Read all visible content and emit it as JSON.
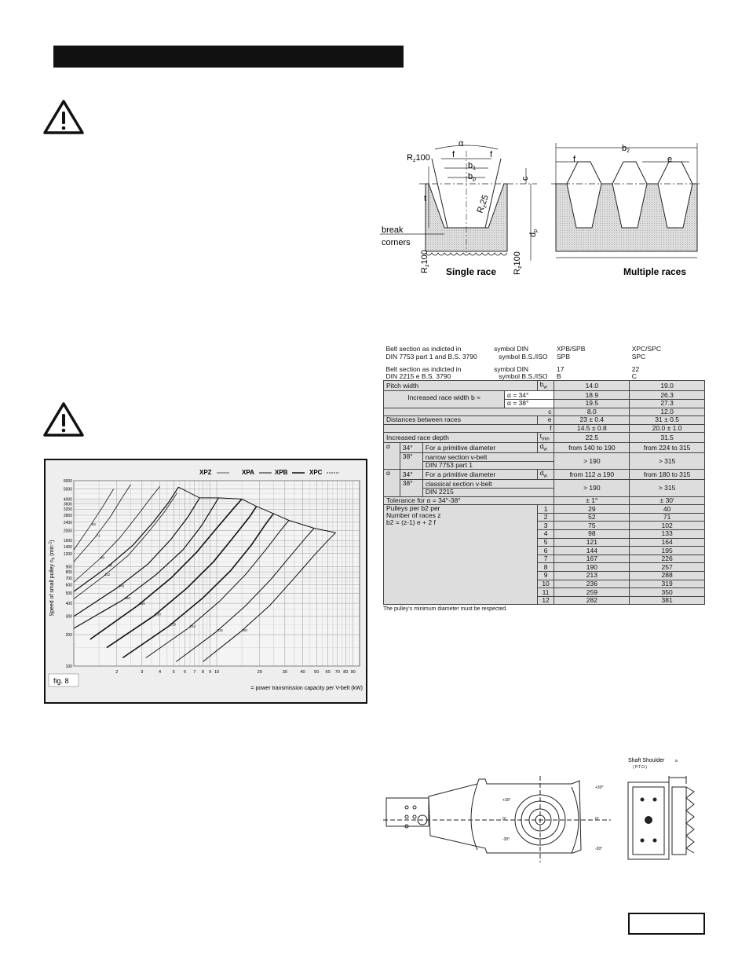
{
  "header": {
    "title_bar": ""
  },
  "warnings": [
    {
      "icon": "warning-triangle-icon"
    },
    {
      "icon": "warning-triangle-icon"
    }
  ],
  "diagram": {
    "labels": {
      "alpha": "α",
      "rz100": "R",
      "rz100_sub": "z",
      "rz100_val": "100",
      "f": "f",
      "b1": "b",
      "b1_sub": "1",
      "bp": "b",
      "bp_sub": "p",
      "rz25": "R",
      "rz25_sub": "z",
      "rz25_val": "25",
      "t": "t",
      "c": "c",
      "break": "break",
      "corners": "corners",
      "dp": "d",
      "dp_sub": "p",
      "b2": "b",
      "b2_sub": "2",
      "e": "e",
      "single": "Single race",
      "multiple": "Multiple races"
    }
  },
  "table": {
    "head": [
      [
        "Belt section as indicted in",
        "symbol DIN",
        "XPB/SPB",
        "XPC/SPC"
      ],
      [
        "DIN 7753 part 1 and B.S. 3790",
        "symbol B.S./ISO",
        "SPB",
        "SPC"
      ],
      [
        "Belt section as indicted in",
        "symbol DIN",
        "17",
        "22"
      ],
      [
        "DIN 2215 e B.S. 3790",
        "symbol B.S./ISO",
        "B",
        "C"
      ]
    ],
    "pitch_width": {
      "label": "Pitch width",
      "symbol": "b",
      "sub": "w",
      "v1": "14.0",
      "v2": "19.0"
    },
    "race_width": {
      "label": "Increased race width b",
      "sub": "1",
      "approx": " ≈",
      "rows": [
        {
          "alpha": "α = 34°",
          "v1": "18.9",
          "v2": "26.3"
        },
        {
          "alpha": "α = 38°",
          "v1": "19.5",
          "v2": "27.3"
        }
      ]
    },
    "c_row": {
      "symbol": "c",
      "v1": "8.0",
      "v2": "12.0"
    },
    "distances": {
      "label": "Distances between races",
      "e": "e",
      "e1": "23 ± 0.4",
      "e2": "31 ± 0.5",
      "f": "f",
      "f1": "14.5 ± 0.8",
      "f2": "20.0 ± 1.0"
    },
    "depth": {
      "label": "Increased race depth",
      "symbol": "t",
      "sub": "min",
      "v1": "22.5",
      "v2": "31.5"
    },
    "narrow": {
      "alpha": "α",
      "a34": "34°",
      "a38": "38°",
      "text1": "For a primitive diameter",
      "text2": "narrow section v-belt",
      "text3": "DIN 7753 part 1",
      "sym": "d",
      "sub": "w",
      "r1a": "from 140 to 190",
      "r1b": "from 224 to 315",
      "r2a": "> 190",
      "r2b": "> 315"
    },
    "classical": {
      "alpha": "α",
      "a34": "34°",
      "a38": "38°",
      "text1": "For a primitive diameter",
      "text2": "classical section v-belt",
      "text3": "DIN 2215",
      "sym": "d",
      "sub": "w",
      "r1a": "from 112 a 190",
      "r1b": "from 180 to 315",
      "r2a": "> 190",
      "r2b": "> 315"
    },
    "tolerance": {
      "label": "Tolerance for α = 34°-38°",
      "v1": "± 1°",
      "v2": "± 30'"
    },
    "pulleys": {
      "l1": "Pulleys per b2 per",
      "l2": "Number of races z",
      "l3": "b2 = (z-1) e + 2 f",
      "rows": [
        [
          "1",
          "29",
          "40"
        ],
        [
          "2",
          "52",
          "71"
        ],
        [
          "3",
          "75",
          "102"
        ],
        [
          "4",
          "98",
          "133"
        ],
        [
          "5",
          "121",
          "164"
        ],
        [
          "6",
          "144",
          "195"
        ],
        [
          "7",
          "167",
          "226"
        ],
        [
          "8",
          "190",
          "257"
        ],
        [
          "9",
          "213",
          "288"
        ],
        [
          "10",
          "236",
          "319"
        ],
        [
          "11",
          "259",
          "350"
        ],
        [
          "12",
          "282",
          "381"
        ]
      ]
    },
    "footnote": "The pulley's minimum diameter must be respected."
  },
  "chart_data": {
    "type": "line",
    "legend": [
      "XPZ",
      "XPA",
      "XPB",
      "XPC"
    ],
    "legend_position": "top-right",
    "ylabel": "Speed of small pulley n",
    "ylabel_sub": "k",
    "ylabel_unit": " (min",
    "ylabel_unit_sup": "-1",
    "ylabel_close": ")",
    "xlabel": "= power transmission capacity per V-belt (kW)",
    "x_scale": "log",
    "y_scale": "log",
    "xlim": [
      1,
      100
    ],
    "ylim": [
      100,
      6000
    ],
    "x_ticks": [
      "2",
      "3",
      "4",
      "5",
      "6",
      "7",
      "8",
      "9",
      "10",
      "20",
      "30",
      "40",
      "50",
      "60",
      "70",
      "80",
      "90"
    ],
    "x_tick_values": [
      2,
      3,
      4,
      5,
      6,
      7,
      8,
      9,
      10,
      20,
      30,
      40,
      50,
      60,
      70,
      80,
      90
    ],
    "y_ticks": [
      "100",
      "200",
      "300",
      "400",
      "500",
      "600",
      "700",
      "800",
      "900",
      "1200",
      "1400",
      "1600",
      "2000",
      "2400",
      "2800",
      "3200",
      "3600",
      "4000",
      "5000",
      "6000"
    ],
    "y_tick_values": [
      100,
      200,
      300,
      400,
      500,
      600,
      700,
      800,
      900,
      1200,
      1400,
      1600,
      2000,
      2400,
      2800,
      3200,
      3600,
      4000,
      5000,
      6000
    ],
    "grid": true,
    "fig_label": "fig. 8",
    "curves": [
      {
        "group": "XPZ",
        "label": "63",
        "points": [
          [
            1,
            1300
          ],
          [
            1.3,
            2200
          ],
          [
            1.6,
            3400
          ],
          [
            1.9,
            5000
          ]
        ]
      },
      {
        "group": "XPZ",
        "label": "71",
        "points": [
          [
            1,
            1000
          ],
          [
            1.4,
            1700
          ],
          [
            1.8,
            2700
          ],
          [
            2.2,
            4200
          ],
          [
            2.5,
            5500
          ]
        ]
      },
      {
        "group": "XPZ",
        "label": "90",
        "points": [
          [
            1,
            640
          ],
          [
            1.5,
            1050
          ],
          [
            2.1,
            1700
          ],
          [
            2.8,
            2800
          ],
          [
            3.5,
            4200
          ],
          [
            4.0,
            5300
          ]
        ]
      },
      {
        "group": "XPZ",
        "label": "112",
        "points": [
          [
            1,
            440
          ],
          [
            1.6,
            720
          ],
          [
            2.4,
            1150
          ],
          [
            3.3,
            1900
          ],
          [
            4.3,
            3000
          ],
          [
            5.3,
            4600
          ]
        ]
      },
      {
        "group": "XPA",
        "label": "90",
        "points": [
          [
            1,
            520
          ],
          [
            1.7,
            880
          ],
          [
            2.6,
            1450
          ],
          [
            3.6,
            2400
          ],
          [
            4.6,
            3700
          ],
          [
            5.4,
            5200
          ]
        ]
      },
      {
        "group": "XPA",
        "label": "140",
        "points": [
          [
            1,
            300
          ],
          [
            2.0,
            560
          ],
          [
            3.3,
            950
          ],
          [
            4.8,
            1650
          ],
          [
            6.3,
            2700
          ],
          [
            7.6,
            4100
          ]
        ]
      },
      {
        "group": "XPA",
        "label": "180",
        "points": [
          [
            1,
            230
          ],
          [
            2.2,
            430
          ],
          [
            3.8,
            760
          ],
          [
            5.8,
            1300
          ],
          [
            7.8,
            2200
          ],
          [
            9.5,
            3400
          ],
          [
            10.3,
            4100
          ]
        ]
      },
      {
        "group": "XPB",
        "label": "160",
        "points": [
          [
            1.3,
            180
          ],
          [
            2.8,
            380
          ],
          [
            4.8,
            700
          ],
          [
            7.3,
            1250
          ],
          [
            10,
            2100
          ],
          [
            13,
            3200
          ],
          [
            15,
            4000
          ]
        ]
      },
      {
        "group": "XPB",
        "label": "200",
        "points": [
          [
            1.7,
            150
          ],
          [
            3.6,
            300
          ],
          [
            6.2,
            560
          ],
          [
            9.5,
            1000
          ],
          [
            13,
            1700
          ],
          [
            17,
            2700
          ],
          [
            19,
            3400
          ]
        ]
      },
      {
        "group": "XPB",
        "label": "250",
        "points": [
          [
            2.2,
            120
          ],
          [
            4.6,
            240
          ],
          [
            8.0,
            450
          ],
          [
            12.5,
            820
          ],
          [
            17.5,
            1450
          ],
          [
            22,
            2300
          ],
          [
            25,
            2900
          ]
        ]
      },
      {
        "group": "XPC",
        "label": "224",
        "points": [
          [
            3.2,
            120
          ],
          [
            6.3,
            230
          ],
          [
            10.5,
            420
          ],
          [
            16,
            760
          ],
          [
            22,
            1300
          ],
          [
            28,
            2000
          ],
          [
            32,
            2500
          ]
        ]
      },
      {
        "group": "XPC",
        "label": "315",
        "points": [
          [
            5.2,
            110
          ],
          [
            9.8,
            210
          ],
          [
            16,
            380
          ],
          [
            24,
            680
          ],
          [
            33,
            1150
          ],
          [
            42,
            1700
          ],
          [
            48,
            2100
          ]
        ]
      },
      {
        "group": "XPC",
        "label": "400",
        "points": [
          [
            8.0,
            110
          ],
          [
            14.5,
            210
          ],
          [
            23.5,
            380
          ],
          [
            35,
            700
          ],
          [
            48,
            1150
          ],
          [
            60,
            1600
          ],
          [
            68,
            1900
          ]
        ]
      }
    ]
  },
  "gearbox": {
    "labels": {
      "p30": "+30°",
      "zero": "0°",
      "m30": "-30°",
      "shaft": "Shaft Shoulder",
      "pto": "( P.T.O.)",
      "a": "a"
    }
  },
  "page_box": ""
}
